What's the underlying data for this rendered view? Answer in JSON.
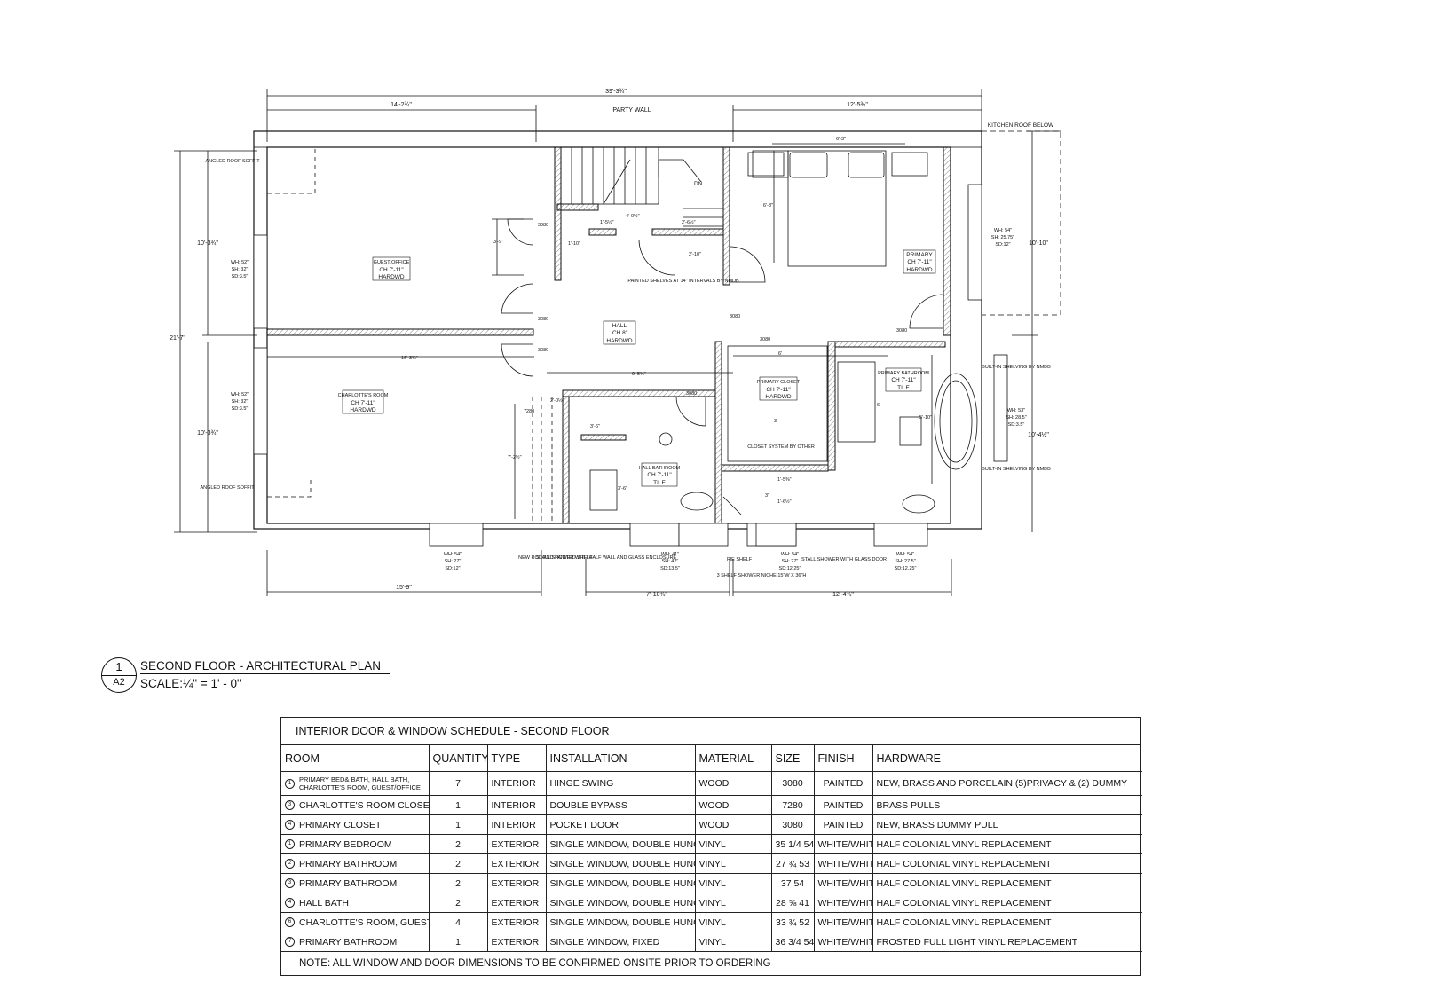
{
  "plan": {
    "overall_dims": {
      "top_total": "39'-3¾\"",
      "top_left": "14'-2¾\"",
      "top_right": "12'-5¾\"",
      "left_total": "21'-7\"",
      "left_upper": "10'-3¾\"",
      "left_lower": "10'-3¾\"",
      "right_upper": "10'-10\"",
      "right_lower": "10'-4½\"",
      "bottom_left": "15'-9\"",
      "bottom_mid": "7'-10¾\"",
      "bottom_right": "12'-4¾\""
    },
    "notes": {
      "party_wall": "PARTY WALL",
      "kitchen_roof": "KITCHEN ROOF BELOW",
      "soffit": "ANGLED ROOF SOFFIT",
      "dn": "DN",
      "shelves": "PAINTED SHELVES AT 14\" INTERVALS BY NMDB",
      "closet_system": "CLOSET SYSTEM BY OTHER",
      "builtin": "BUILT-IN SHELVING BY NMDB",
      "rod": "NEW ROD AND PAINTED SHELF",
      "stall_half": "STALL SHOWER WITH HALF WALL AND GLASS ENCLOSURE",
      "pie": "PIE SHELF",
      "niche": "3 SHELF SHOWER NICHE 15\"W X 36\"H",
      "stall_glass": "STALL SHOWER WITH GLASS DOOR"
    },
    "rooms": {
      "guest": {
        "name": "GUEST/OFFICE",
        "ch": "CH 7'-11\"",
        "floor": "HARDWD"
      },
      "charlotte": {
        "name": "CHARLOTTE'S ROOM",
        "ch": "CH 7'-11\"",
        "floor": "HARDWD"
      },
      "hall": {
        "name": "HALL",
        "ch": "CH 8'",
        "floor": "HARDWD"
      },
      "primary": {
        "name": "PRIMARY",
        "ch": "CH 7'-11\"",
        "floor": "HARDWD"
      },
      "primary_closet": {
        "name": "PRIMARY CLOSET",
        "ch": "CH 7'-11\"",
        "floor": "HARDWD"
      },
      "primary_bath": {
        "name": "PRIMARY BATHROOM",
        "ch": "CH 7'-11\"",
        "floor": "TILE"
      },
      "hall_bath": {
        "name": "HALL BATHROOM",
        "ch": "CH 7'-11\"",
        "floor": "TILE"
      }
    },
    "window_notes": {
      "w_left": [
        "WH: 52\"",
        "SH: 32\"",
        "SD:3.5\""
      ],
      "w_bot1": [
        "WH: 54\"",
        "SH: 27\"",
        "SD:12\""
      ],
      "w_bot2": [
        "WH: 41\"",
        "SH: 42\"",
        "SD:13.5\""
      ],
      "w_bot3": [
        "WH: 54\"",
        "SH: 27\"",
        "SD:12.25\""
      ],
      "w_bot4": [
        "WH: 54\"",
        "SH: 27.5\"",
        "SD:12.25\""
      ],
      "w_right1": [
        "WH: 54\"",
        "SH: 25.75\"",
        "SD:12\""
      ],
      "w_right2": [
        "WH: 53\"",
        "SH: 28.5\"",
        "SD:3.5\""
      ]
    },
    "door_labels": [
      "3080",
      "3080",
      "3080",
      "3080",
      "3080",
      "3080",
      "7280",
      "3080"
    ],
    "dims": {
      "d1": "3'-9\"",
      "d2": "1'-10\"",
      "d3": "1'-5½\"",
      "d4": "4'-0½\"",
      "d5": "2'-6½\"",
      "d6": "2'-10\"",
      "d7": "16'-3¾\"",
      "d8": "9'-5¾\"",
      "d9": "6'-3\"",
      "d10": "6'-8\"",
      "d11": "6'",
      "d12": "3'",
      "d13": "6'",
      "d14": "5'-10\"",
      "d15": "2'-0½\"",
      "d16": "7'-2½\"",
      "d17": "3'-6\"",
      "d18": "3'-6\"",
      "d19": "1'-5⅜\"",
      "d20": "1'-6½\"",
      "d21": "3'"
    }
  },
  "title_block": {
    "number": "1",
    "sheet": "A2",
    "title": "SECOND FLOOR - ARCHITECTURAL PLAN",
    "scale": "SCALE:¼\" = 1' - 0\""
  },
  "schedule": {
    "title": "INTERIOR DOOR & WINDOW SCHEDULE - SECOND FLOOR",
    "headers": [
      "ROOM",
      "QUANTITY",
      "TYPE",
      "INSTALLATION",
      "MATERIAL",
      "SIZE",
      "FINISH",
      "HARDWARE"
    ],
    "rows": [
      {
        "tag": "1",
        "room": "PRIMARY BED& BATH, HALL BATH, CHARLOTTE'S ROOM, GUEST/OFFICE",
        "qty": "7",
        "type": "INTERIOR",
        "install": "HINGE SWING",
        "material": "WOOD",
        "size": "3080",
        "finish": "PAINTED",
        "hardware": "NEW, BRASS AND PORCELAIN (5)PRIVACY & (2) DUMMY"
      },
      {
        "tag": "3",
        "room": "CHARLOTTE'S ROOM CLOSET",
        "qty": "1",
        "type": "INTERIOR",
        "install": "DOUBLE BYPASS",
        "material": "WOOD",
        "size": "7280",
        "finish": "PAINTED",
        "hardware": "BRASS PULLS"
      },
      {
        "tag": "4",
        "room": "PRIMARY CLOSET",
        "qty": "1",
        "type": "INTERIOR",
        "install": "POCKET DOOR",
        "material": "WOOD",
        "size": "3080",
        "finish": "PAINTED",
        "hardware": "NEW, BRASS DUMMY PULL"
      },
      {
        "tag": "1",
        "room": "PRIMARY BEDROOM",
        "qty": "2",
        "type": "EXTERIOR",
        "install": "SINGLE WINDOW, DOUBLE HUNG",
        "material": "VINYL",
        "size": "35 1/4 54",
        "finish": "WHITE/WHITE",
        "hardware": "HALF COLONIAL VINYL REPLACEMENT"
      },
      {
        "tag": "2",
        "room": "PRIMARY BATHROOM",
        "qty": "2",
        "type": "EXTERIOR",
        "install": "SINGLE WINDOW, DOUBLE HUNG",
        "material": "VINYL",
        "size": "27 ¾ 53",
        "finish": "WHITE/WHITE",
        "hardware": "HALF COLONIAL VINYL REPLACEMENT"
      },
      {
        "tag": "3",
        "room": "PRIMARY BATHROOM",
        "qty": "2",
        "type": "EXTERIOR",
        "install": "SINGLE WINDOW, DOUBLE HUNG",
        "material": "VINYL",
        "size": "37 54",
        "finish": "WHITE/WHITE",
        "hardware": "HALF COLONIAL VINYL REPLACEMENT"
      },
      {
        "tag": "4",
        "room": "HALL BATH",
        "qty": "2",
        "type": "EXTERIOR",
        "install": "SINGLE WINDOW, DOUBLE HUNG",
        "material": "VINYL",
        "size": "28 ⅝ 41",
        "finish": "WHITE/WHITE",
        "hardware": "HALF COLONIAL VINYL REPLACEMENT"
      },
      {
        "tag": "6",
        "room": "CHARLOTTE'S ROOM, GUEST OFFICE",
        "qty": "4",
        "type": "EXTERIOR",
        "install": "SINGLE WINDOW, DOUBLE HUNG",
        "material": "VINYL",
        "size": "33 ¾ 52",
        "finish": "WHITE/WHITE",
        "hardware": "HALF COLONIAL VINYL REPLACEMENT"
      },
      {
        "tag": "7",
        "room": "PRIMARY BATHROOM",
        "qty": "1",
        "type": "EXTERIOR",
        "install": "SINGLE WINDOW, FIXED",
        "material": "VINYL",
        "size": "36 3/4 54",
        "finish": "WHITE/WHITE",
        "hardware": "FROSTED FULL LIGHT VINYL REPLACEMENT"
      }
    ],
    "note": "NOTE: ALL WINDOW AND DOOR DIMENSIONS TO BE CONFIRMED ONSITE PRIOR TO ORDERING"
  }
}
